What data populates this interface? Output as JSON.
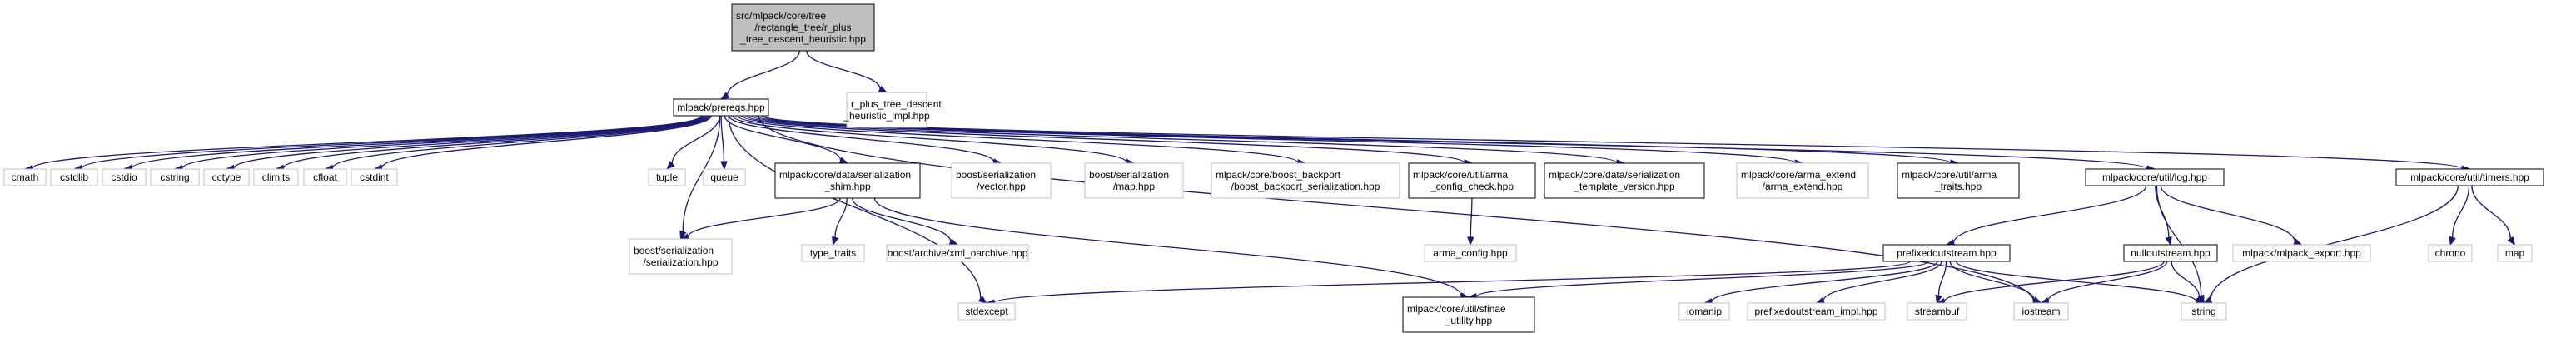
{
  "nodes": {
    "root": [
      "src/mlpack/core/tree",
      "/rectangle_tree/r_plus",
      "_tree_descent_heuristic.hpp"
    ],
    "impl": [
      "r_plus_tree_descent",
      "_heuristic_impl.hpp"
    ],
    "prereqs": [
      "mlpack/prereqs.hpp"
    ],
    "cmath": [
      "cmath"
    ],
    "cstdlib": [
      "cstdlib"
    ],
    "cstdio": [
      "cstdio"
    ],
    "cstring": [
      "cstring"
    ],
    "cctype": [
      "cctype"
    ],
    "climits": [
      "climits"
    ],
    "cfloat": [
      "cfloat"
    ],
    "cstdint": [
      "cstdint"
    ],
    "tuple": [
      "tuple"
    ],
    "queue": [
      "queue"
    ],
    "shim": [
      "mlpack/core/data/serialization",
      "_shim.hpp"
    ],
    "boost_vector": [
      "boost/serialization",
      "/vector.hpp"
    ],
    "boost_map": [
      "boost/serialization",
      "/map.hpp"
    ],
    "backport": [
      "mlpack/core/boost_backport",
      "/boost_backport_serialization.hpp"
    ],
    "arma_config_check": [
      "mlpack/core/util/arma",
      "_config_check.hpp"
    ],
    "template_version": [
      "mlpack/core/data/serialization",
      "_template_version.hpp"
    ],
    "arma_extend": [
      "mlpack/core/arma_extend",
      "/arma_extend.hpp"
    ],
    "arma_traits": [
      "mlpack/core/util/arma",
      "_traits.hpp"
    ],
    "log": [
      "mlpack/core/util/log.hpp"
    ],
    "timers": [
      "mlpack/core/util/timers.hpp"
    ],
    "boost_serialization": [
      "boost/serialization",
      "/serialization.hpp"
    ],
    "type_traits": [
      "type_traits"
    ],
    "xml_oarchive": [
      "boost/archive/xml_oarchive.hpp"
    ],
    "arma_config": [
      "arma_config.hpp"
    ],
    "prefixedoutstream": [
      "prefixedoutstream.hpp"
    ],
    "nulloutstream": [
      "nulloutstream.hpp"
    ],
    "mlpack_export": [
      "mlpack/mlpack_export.hpp"
    ],
    "chrono": [
      "chrono"
    ],
    "map": [
      "map"
    ],
    "stdexcept": [
      "stdexcept"
    ],
    "sfinae": [
      "mlpack/core/util/sfinae",
      "_utility.hpp"
    ],
    "iomanip": [
      "iomanip"
    ],
    "prefixed_impl": [
      "prefixedoutstream_impl.hpp"
    ],
    "streambuf": [
      "streambuf"
    ],
    "iostream": [
      "iostream"
    ],
    "string": [
      "string"
    ]
  },
  "edges": [
    [
      "root",
      "prereqs"
    ],
    [
      "root",
      "impl"
    ],
    [
      "prereqs",
      "cmath"
    ],
    [
      "prereqs",
      "cstdlib"
    ],
    [
      "prereqs",
      "cstdio"
    ],
    [
      "prereqs",
      "cstring"
    ],
    [
      "prereqs",
      "cctype"
    ],
    [
      "prereqs",
      "climits"
    ],
    [
      "prereqs",
      "cfloat"
    ],
    [
      "prereqs",
      "cstdint"
    ],
    [
      "prereqs",
      "tuple"
    ],
    [
      "prereqs",
      "queue"
    ],
    [
      "prereqs",
      "shim"
    ],
    [
      "prereqs",
      "boost_vector"
    ],
    [
      "prereqs",
      "boost_map"
    ],
    [
      "prereqs",
      "backport"
    ],
    [
      "prereqs",
      "arma_config_check"
    ],
    [
      "prereqs",
      "template_version"
    ],
    [
      "prereqs",
      "arma_extend"
    ],
    [
      "prereqs",
      "arma_traits"
    ],
    [
      "prereqs",
      "log"
    ],
    [
      "prereqs",
      "timers"
    ],
    [
      "prereqs",
      "boost_serialization"
    ],
    [
      "prereqs",
      "stdexcept"
    ],
    [
      "prereqs",
      "iostream"
    ],
    [
      "shim",
      "boost_serialization"
    ],
    [
      "shim",
      "type_traits"
    ],
    [
      "shim",
      "xml_oarchive"
    ],
    [
      "shim",
      "sfinae"
    ],
    [
      "arma_config_check",
      "arma_config"
    ],
    [
      "log",
      "prefixedoutstream"
    ],
    [
      "log",
      "nulloutstream"
    ],
    [
      "log",
      "mlpack_export"
    ],
    [
      "log",
      "string"
    ],
    [
      "timers",
      "chrono"
    ],
    [
      "timers",
      "map"
    ],
    [
      "timers",
      "string"
    ],
    [
      "prefixedoutstream",
      "stdexcept"
    ],
    [
      "prefixedoutstream",
      "sfinae"
    ],
    [
      "prefixedoutstream",
      "iomanip"
    ],
    [
      "prefixedoutstream",
      "prefixed_impl"
    ],
    [
      "prefixedoutstream",
      "streambuf"
    ],
    [
      "prefixedoutstream",
      "iostream"
    ],
    [
      "prefixedoutstream",
      "string"
    ],
    [
      "nulloutstream",
      "streambuf"
    ],
    [
      "nulloutstream",
      "iostream"
    ],
    [
      "nulloutstream",
      "string"
    ]
  ]
}
